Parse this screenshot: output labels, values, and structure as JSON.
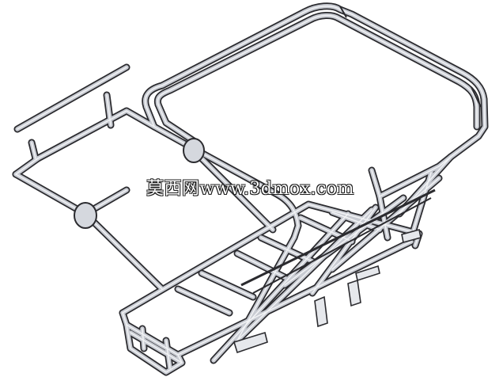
{
  "watermark": {
    "text": "莫西网www.3dmox.com"
  },
  "colors": {
    "tube_outline": "#2b2b2f",
    "tube_fill": "#c9ccd3",
    "tube_highlight": "#f2f3f5",
    "background": "#ffffff"
  },
  "model": {
    "subject": "tubular-frame",
    "icon": "cad-wireframe-model"
  }
}
